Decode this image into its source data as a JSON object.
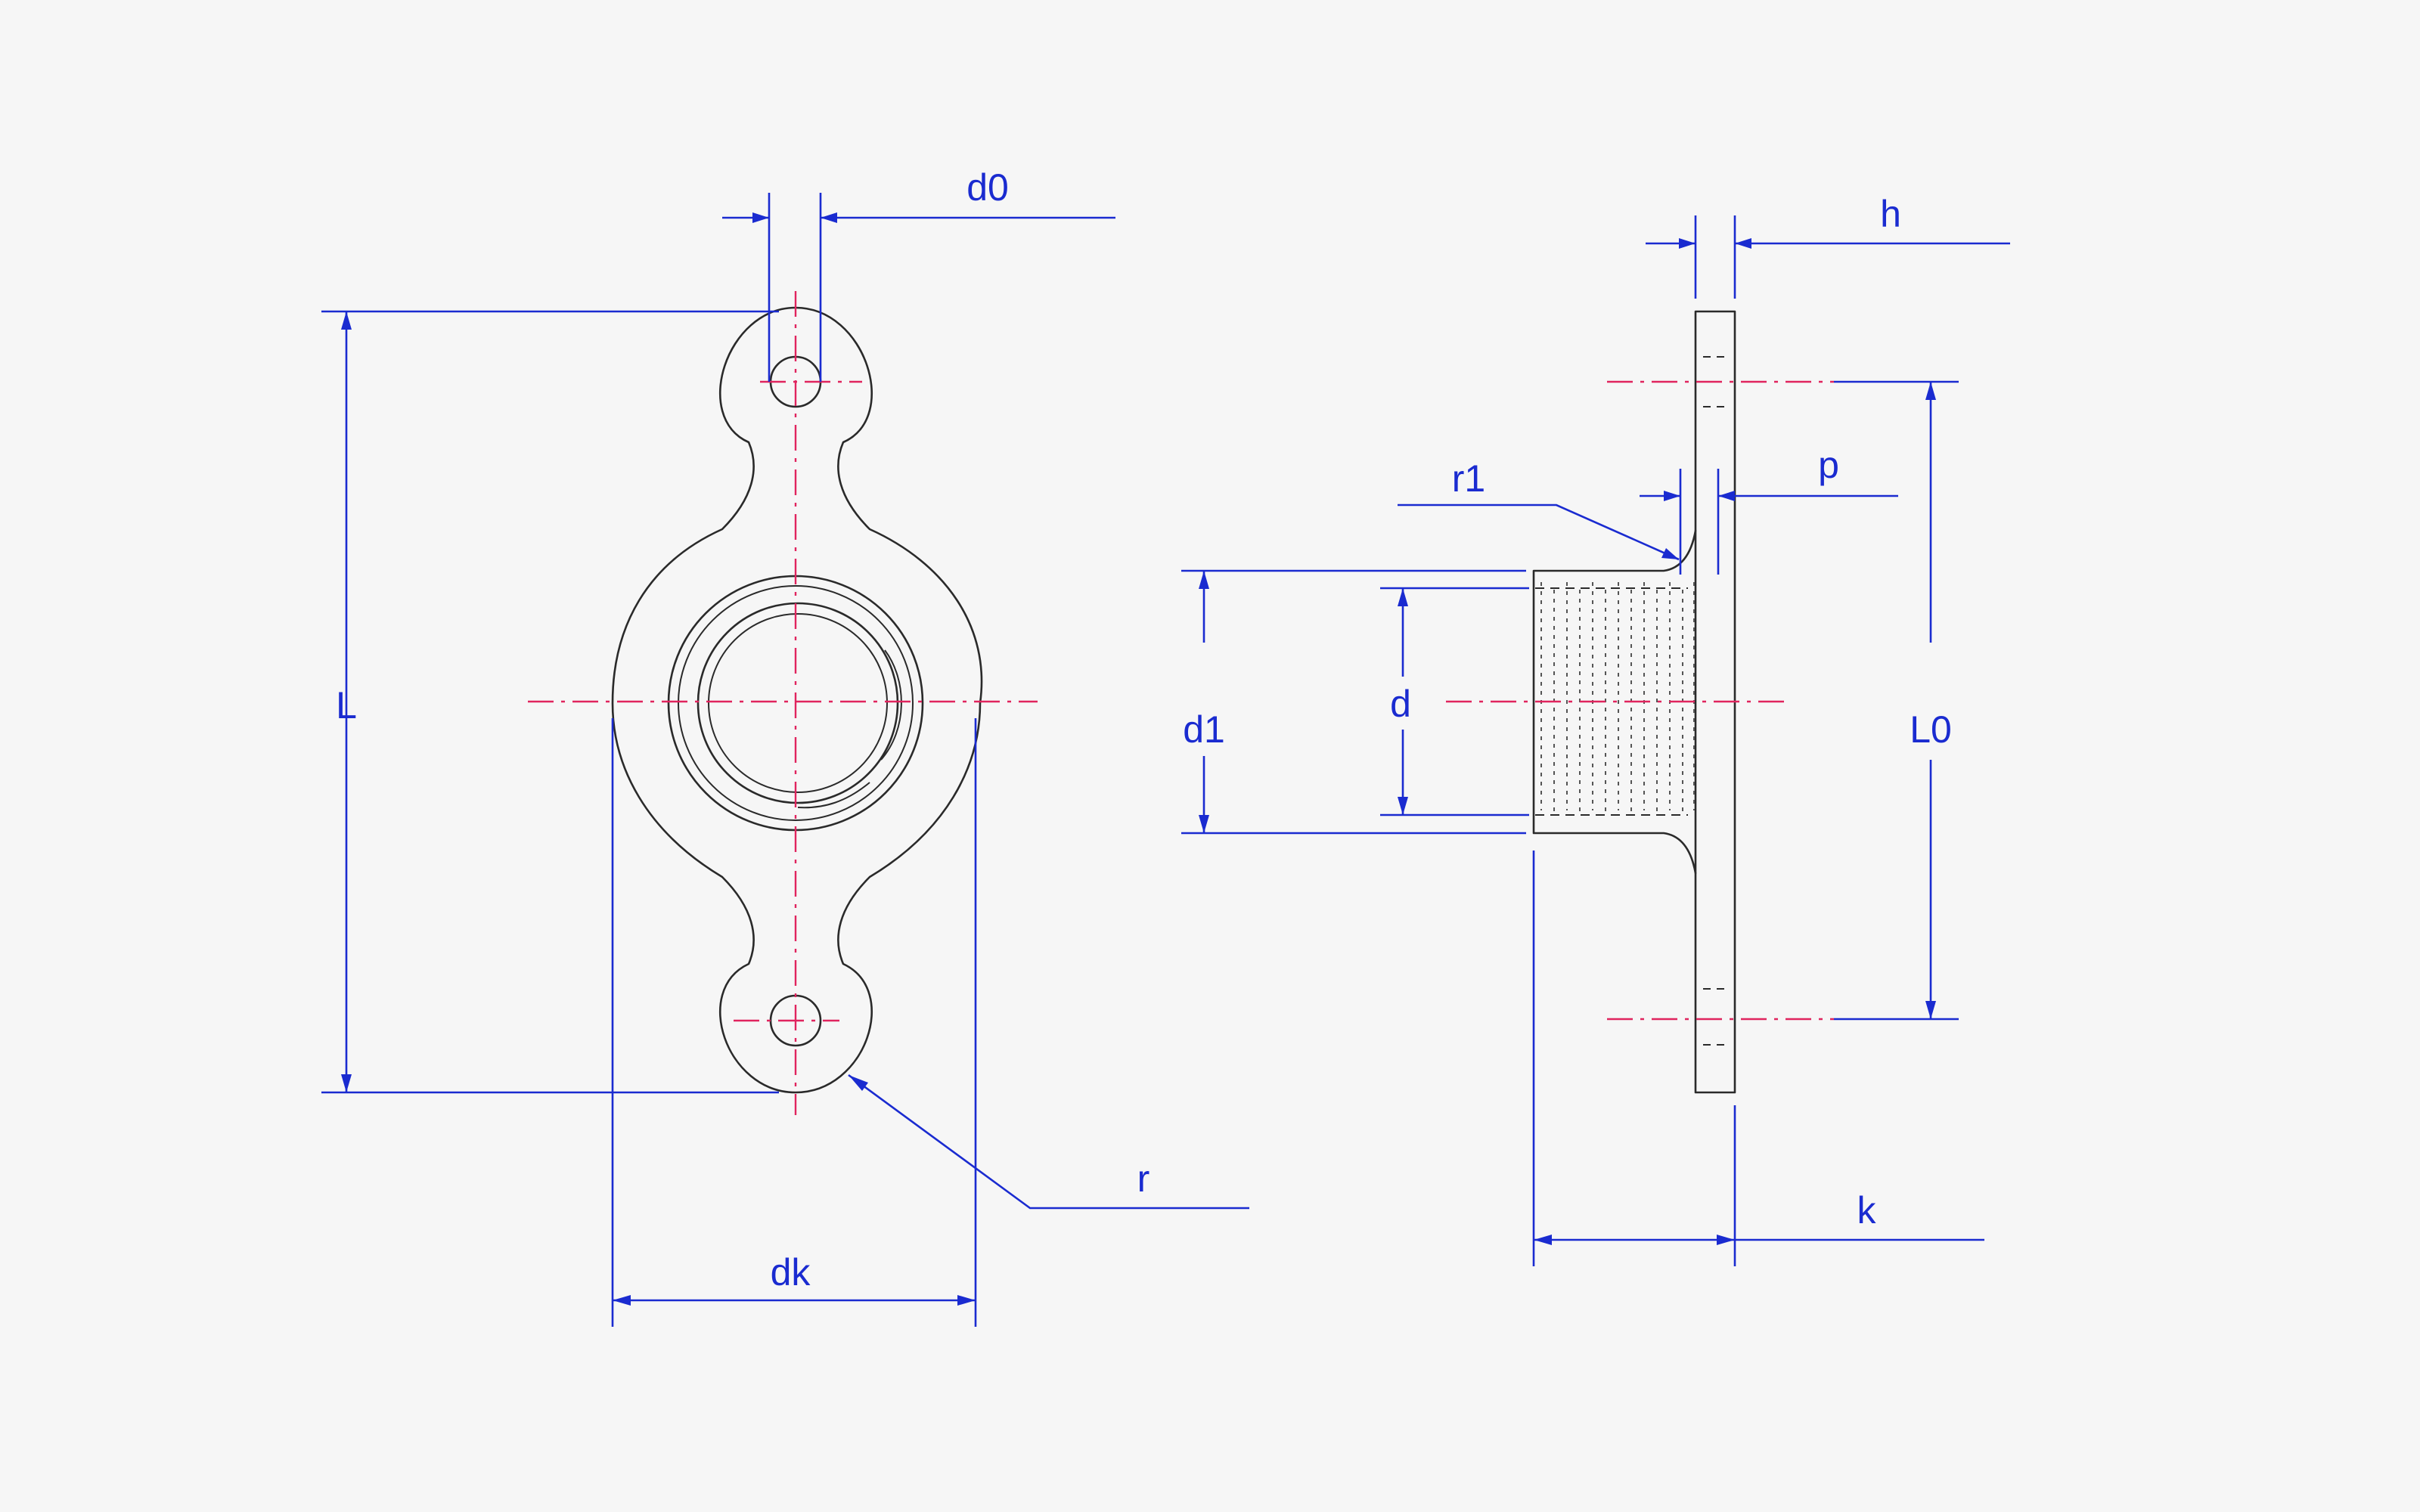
{
  "labels": {
    "d0": "d0",
    "L": "L",
    "r": "r",
    "dk": "dk",
    "h": "h",
    "r1": "r1",
    "p": "p",
    "d1": "d1",
    "d": "d",
    "L0": "L0",
    "k": "k"
  },
  "colors": {
    "part_outline": "#2a2a2a",
    "dimension": "#1a2bd0",
    "centerline": "#e0245e",
    "background": "#f6f6f6"
  }
}
